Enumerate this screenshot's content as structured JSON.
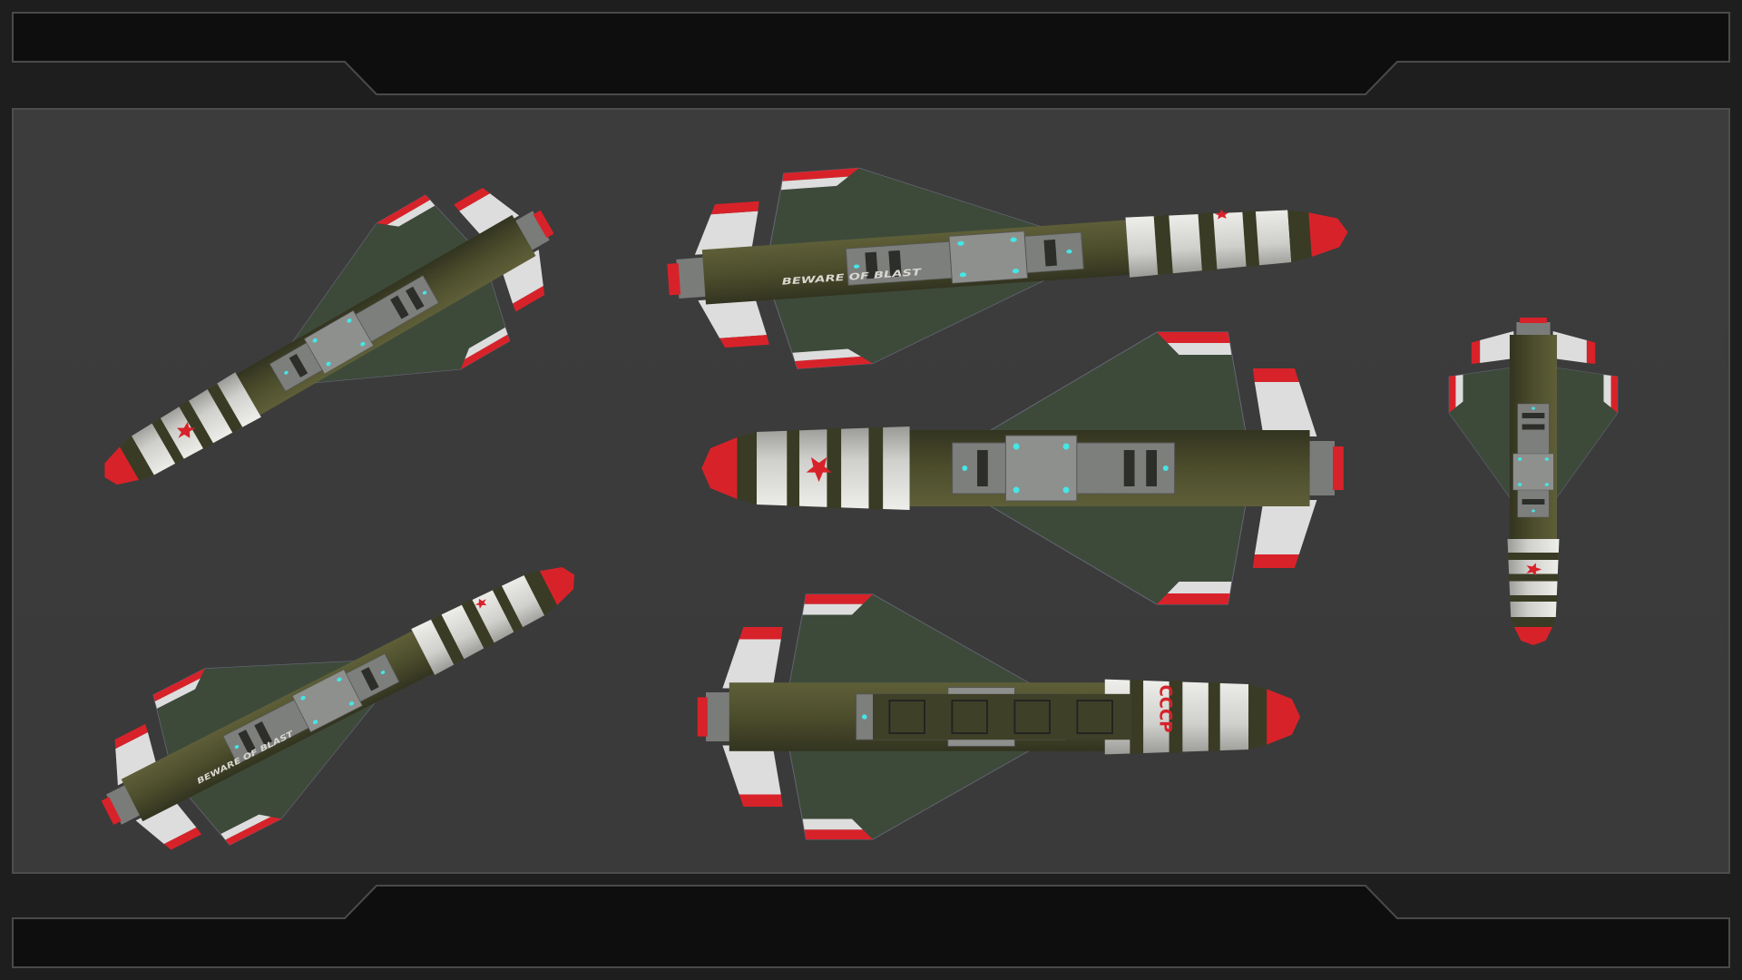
{
  "scene": {
    "background": "#3a3a3a",
    "frame_color": "#111111",
    "frame_edge": "#4a4a4a"
  },
  "colors": {
    "olive": "#4c4d2c",
    "stripe_white": "#d9d9d6",
    "stripe_dark": "#3a3b24",
    "red": "#d8222a",
    "wing_green": "#3d4a3a",
    "metal": "#8c8e8c",
    "light": "#45e6e6"
  },
  "decals": {
    "side_view_text": "BEWARE OF BLAST",
    "bottom_left_text": "BEWARE OF BLAST",
    "underside_text": "СССР"
  }
}
